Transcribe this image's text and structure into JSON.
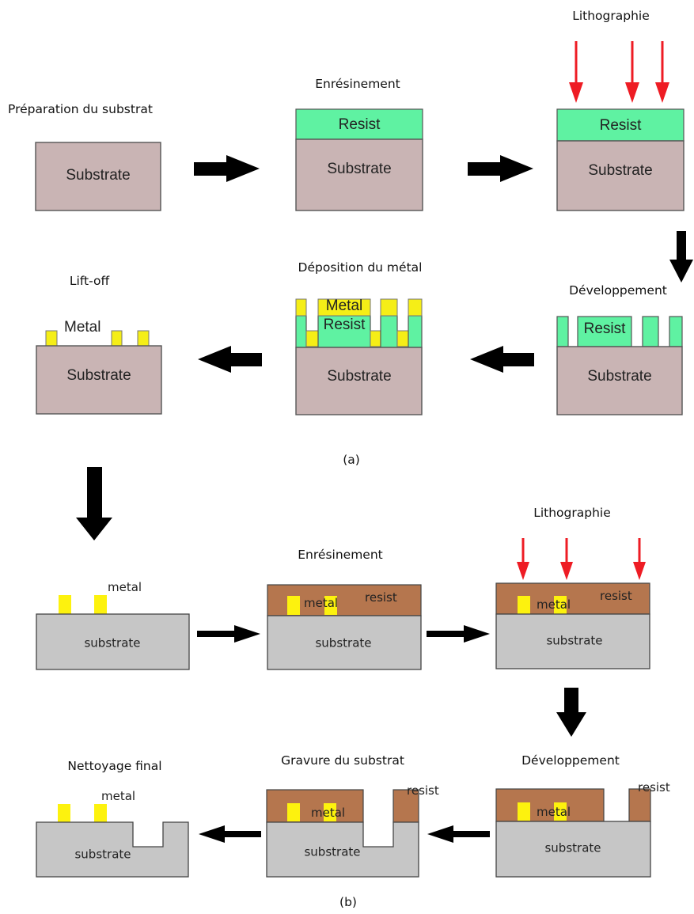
{
  "part_a": {
    "step1_title": "Préparation du substrat",
    "step2_title": "Enrésinement",
    "step3_title": "Lithographie",
    "step4_title": "Développement",
    "step5_title": "Déposition du métal",
    "step6_title": "Lift-off",
    "substrate": "Substrate",
    "resist": "Resist",
    "metal": "Metal",
    "caption": "(a)"
  },
  "part_b": {
    "step1_title": "",
    "step2_title": "Enrésinement",
    "step3_title": "Lithographie",
    "step4_title": "Développement",
    "step5_title": "Gravure du substrat",
    "step6_title": "Nettoyage final",
    "substrate": "substrate",
    "resist": "resist",
    "metal": "metal",
    "caption": "(b)"
  },
  "colors": {
    "substrate_a": "#c9b4b4",
    "resist_a": "#5ff2a2",
    "metal": "#f5ee17",
    "substrate_b": "#c6c6c6",
    "resist_b": "#b5764e",
    "exposure_arrow": "#ee1c24",
    "process_arrow": "#000000"
  }
}
